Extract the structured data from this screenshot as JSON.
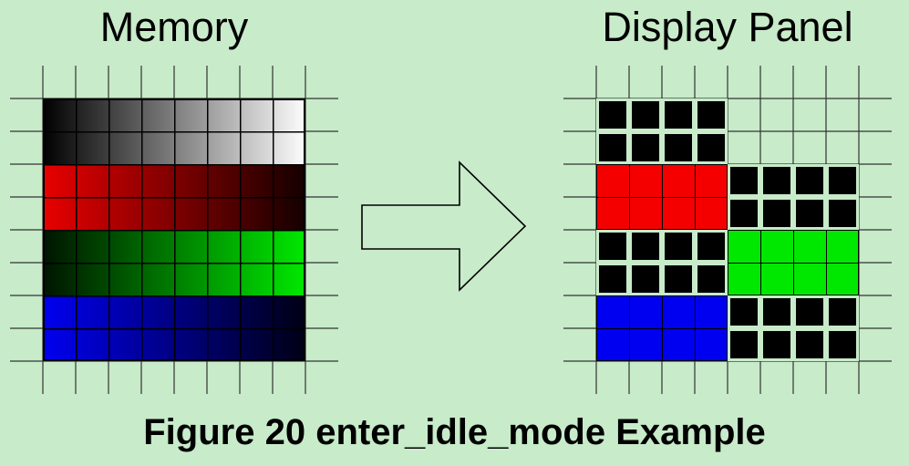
{
  "page_background": "#c8ebca",
  "line_color": "#333333",
  "memory": {
    "title": "Memory",
    "rows": 8,
    "cols": 8,
    "bands": [
      {
        "name": "grayscale",
        "from": "#000000",
        "to": "#fcfcfc"
      },
      {
        "name": "red",
        "from": "#e80000",
        "to": "#140000"
      },
      {
        "name": "green",
        "from": "#001400",
        "to": "#00e800"
      },
      {
        "name": "blue",
        "from": "#0000f0",
        "to": "#000014"
      }
    ]
  },
  "display": {
    "title": "Display Panel",
    "rows": 8,
    "cols": 8,
    "quadrants": [
      {
        "name": "top-left-black-tiles",
        "row": 0,
        "col": 0,
        "type": "tiles",
        "color": "#000000"
      },
      {
        "name": "top-right-empty",
        "row": 0,
        "col": 1,
        "type": "empty",
        "color": ""
      },
      {
        "name": "upper-mid-left-red",
        "row": 1,
        "col": 0,
        "type": "solid",
        "color": "#f40000"
      },
      {
        "name": "upper-mid-right-black-tiles",
        "row": 1,
        "col": 1,
        "type": "tiles",
        "color": "#000000"
      },
      {
        "name": "lower-mid-left-black-tiles",
        "row": 2,
        "col": 0,
        "type": "tiles",
        "color": "#000000"
      },
      {
        "name": "lower-mid-right-green",
        "row": 2,
        "col": 1,
        "type": "solid",
        "color": "#00e800"
      },
      {
        "name": "bottom-left-blue",
        "row": 3,
        "col": 0,
        "type": "solid",
        "color": "#0000f0"
      },
      {
        "name": "bottom-right-black-tiles",
        "row": 3,
        "col": 1,
        "type": "tiles",
        "color": "#000000"
      }
    ]
  },
  "caption": "Figure 20 enter_idle_mode Example"
}
